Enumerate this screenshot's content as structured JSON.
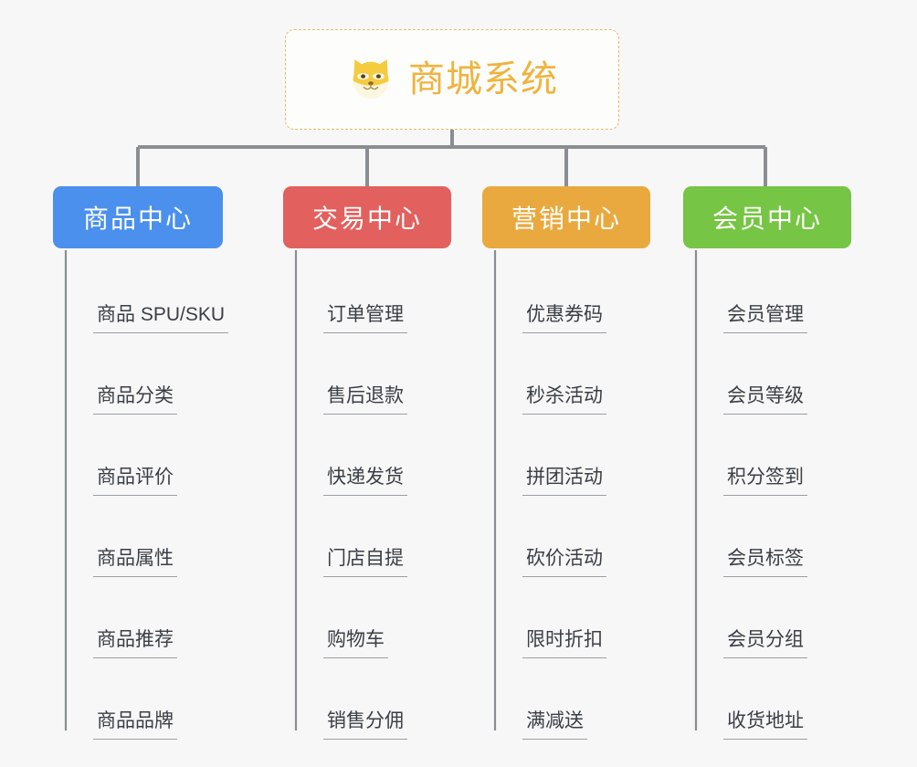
{
  "root": {
    "title": "商城系统",
    "icon": "shiba-dog-face-icon",
    "accent_color": "#efb33e",
    "border_color": "#e8b96a"
  },
  "branches": [
    {
      "id": "product",
      "label": "商品中心",
      "color": "#4a90ec",
      "children": [
        {
          "label": "商品 SPU/SKU"
        },
        {
          "label": "商品分类"
        },
        {
          "label": "商品评价"
        },
        {
          "label": "商品属性"
        },
        {
          "label": "商品推荐"
        },
        {
          "label": "商品品牌"
        }
      ]
    },
    {
      "id": "trade",
      "label": "交易中心",
      "color": "#e2605d",
      "children": [
        {
          "label": "订单管理"
        },
        {
          "label": "售后退款"
        },
        {
          "label": "快递发货"
        },
        {
          "label": "门店自提"
        },
        {
          "label": "购物车"
        },
        {
          "label": "销售分佣"
        }
      ]
    },
    {
      "id": "marketing",
      "label": "营销中心",
      "color": "#e9a93e",
      "children": [
        {
          "label": "优惠券码"
        },
        {
          "label": "秒杀活动"
        },
        {
          "label": "拼团活动"
        },
        {
          "label": "砍价活动"
        },
        {
          "label": "限时折扣"
        },
        {
          "label": "满减送"
        }
      ]
    },
    {
      "id": "member",
      "label": "会员中心",
      "color": "#76c544",
      "children": [
        {
          "label": "会员管理"
        },
        {
          "label": "会员等级"
        },
        {
          "label": "积分签到"
        },
        {
          "label": "会员标签"
        },
        {
          "label": "会员分组"
        },
        {
          "label": "收货地址"
        }
      ]
    }
  ],
  "theme": {
    "background": "#f7f7f7",
    "connector_color": "#8a8e92",
    "leaf_text_color": "#3a3f45",
    "leaf_underline_color": "#9b9fa3"
  }
}
